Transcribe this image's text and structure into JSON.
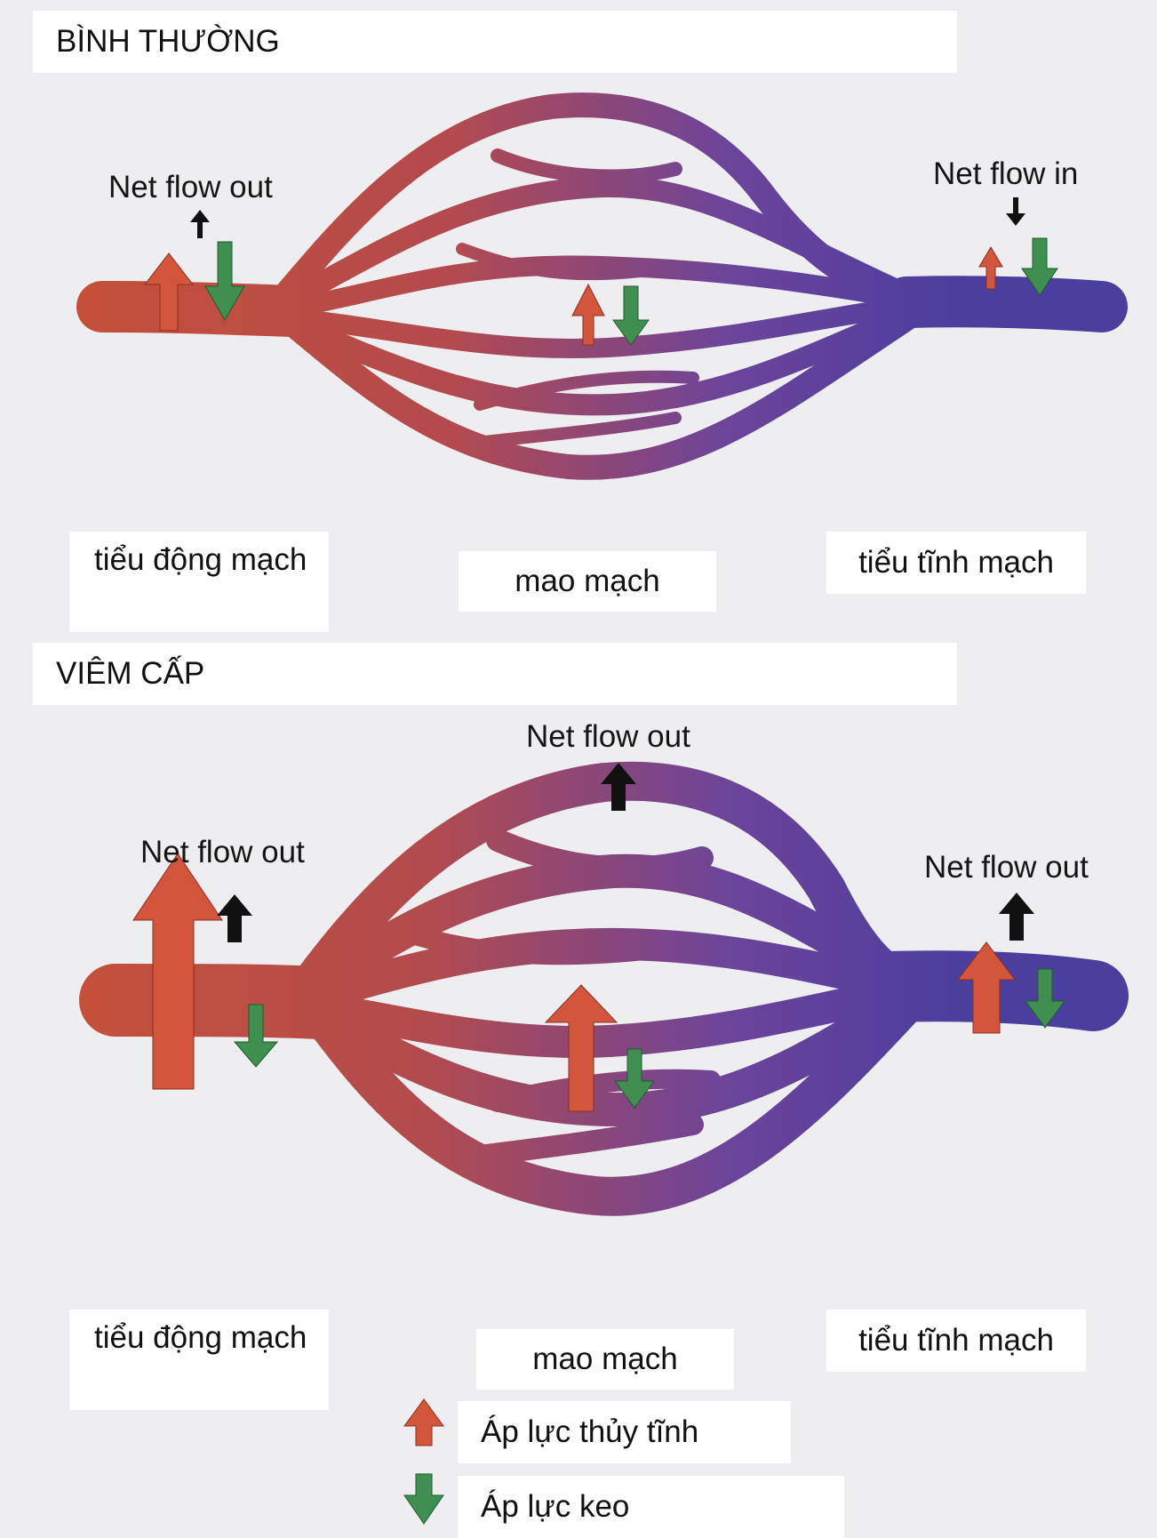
{
  "normal": {
    "title": "BÌNH THƯỜNG",
    "net_flow_left": "Net flow out",
    "net_flow_right": "Net flow in",
    "label_arteriole": "tiểu động mạch",
    "label_capillary": "mao mạch",
    "label_venule": "tiểu tĩnh mạch"
  },
  "acute": {
    "title": "VIÊM CẤP",
    "net_flow_left": "Net flow out",
    "net_flow_center": "Net flow out",
    "net_flow_right": "Net flow out",
    "label_arteriole": "tiểu động mạch",
    "label_capillary": "mao mạch",
    "label_venule": "tiểu tĩnh mạch"
  },
  "legend": {
    "hydrostatic": "Áp lực thủy tĩnh",
    "oncotic": "Áp lực keo"
  },
  "colors": {
    "arterial": "#c4503a",
    "venous": "#4a3e9e",
    "hydrostatic_arrow": "#d2553c",
    "oncotic_arrow": "#3f9050"
  }
}
